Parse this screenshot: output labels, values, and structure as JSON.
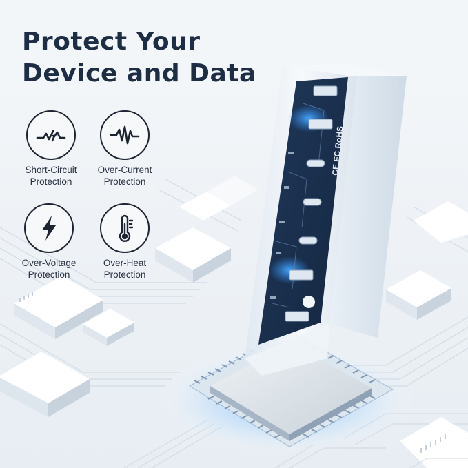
{
  "headline": {
    "line1": "Protect Your",
    "line2": "Device and Data"
  },
  "features": [
    {
      "icon": "short-circuit-icon",
      "line1": "Short-Circuit",
      "line2": "Protection"
    },
    {
      "icon": "over-current-icon",
      "line1": "Over-Current",
      "line2": "Protection"
    },
    {
      "icon": "lightning-bolt-icon",
      "line1": "Over-Voltage",
      "line2": "Protection"
    },
    {
      "icon": "thermometer-icon",
      "line1": "Over-Heat",
      "line2": "Protection"
    }
  ],
  "device": {
    "cert_marks": "CE FC RoHS",
    "ports": [
      "USB-A",
      "USB-A",
      "USB-C",
      "USB-C",
      "USB-C",
      "USB-A",
      "USB-A"
    ]
  },
  "colors": {
    "heading": "#1d2d44",
    "icon_stroke": "#1d2532",
    "pcb": "#1c2f49",
    "glow": "#2f8df5"
  }
}
